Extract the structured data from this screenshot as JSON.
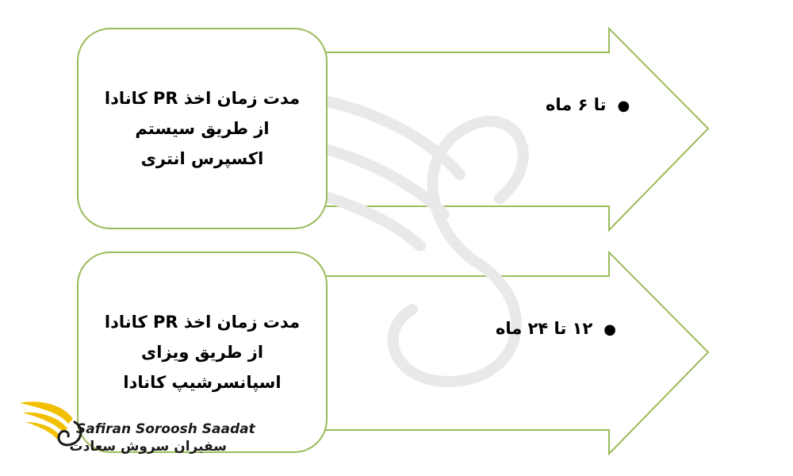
{
  "rows": [
    {
      "box_lines": [
        "مدت زمان اخذ PR کانادا",
        "از طریق سیستم",
        "اکسپرس انتری"
      ],
      "bullet": "تا ۶ ماه"
    },
    {
      "box_lines": [
        "مدت زمان اخذ PR کانادا",
        "از طریق ویزای",
        "اسپانسرشیپ کانادا"
      ],
      "bullet": "۱۲ تا ۲۴ ماه"
    }
  ],
  "logo": {
    "latin_name": "Safiran Soroosh Saadat",
    "persian_name": "سفیران سروش سعادت"
  },
  "colors": {
    "outline": "#9bbb59",
    "text": "#000000",
    "logo_gold": "#f2c000"
  }
}
